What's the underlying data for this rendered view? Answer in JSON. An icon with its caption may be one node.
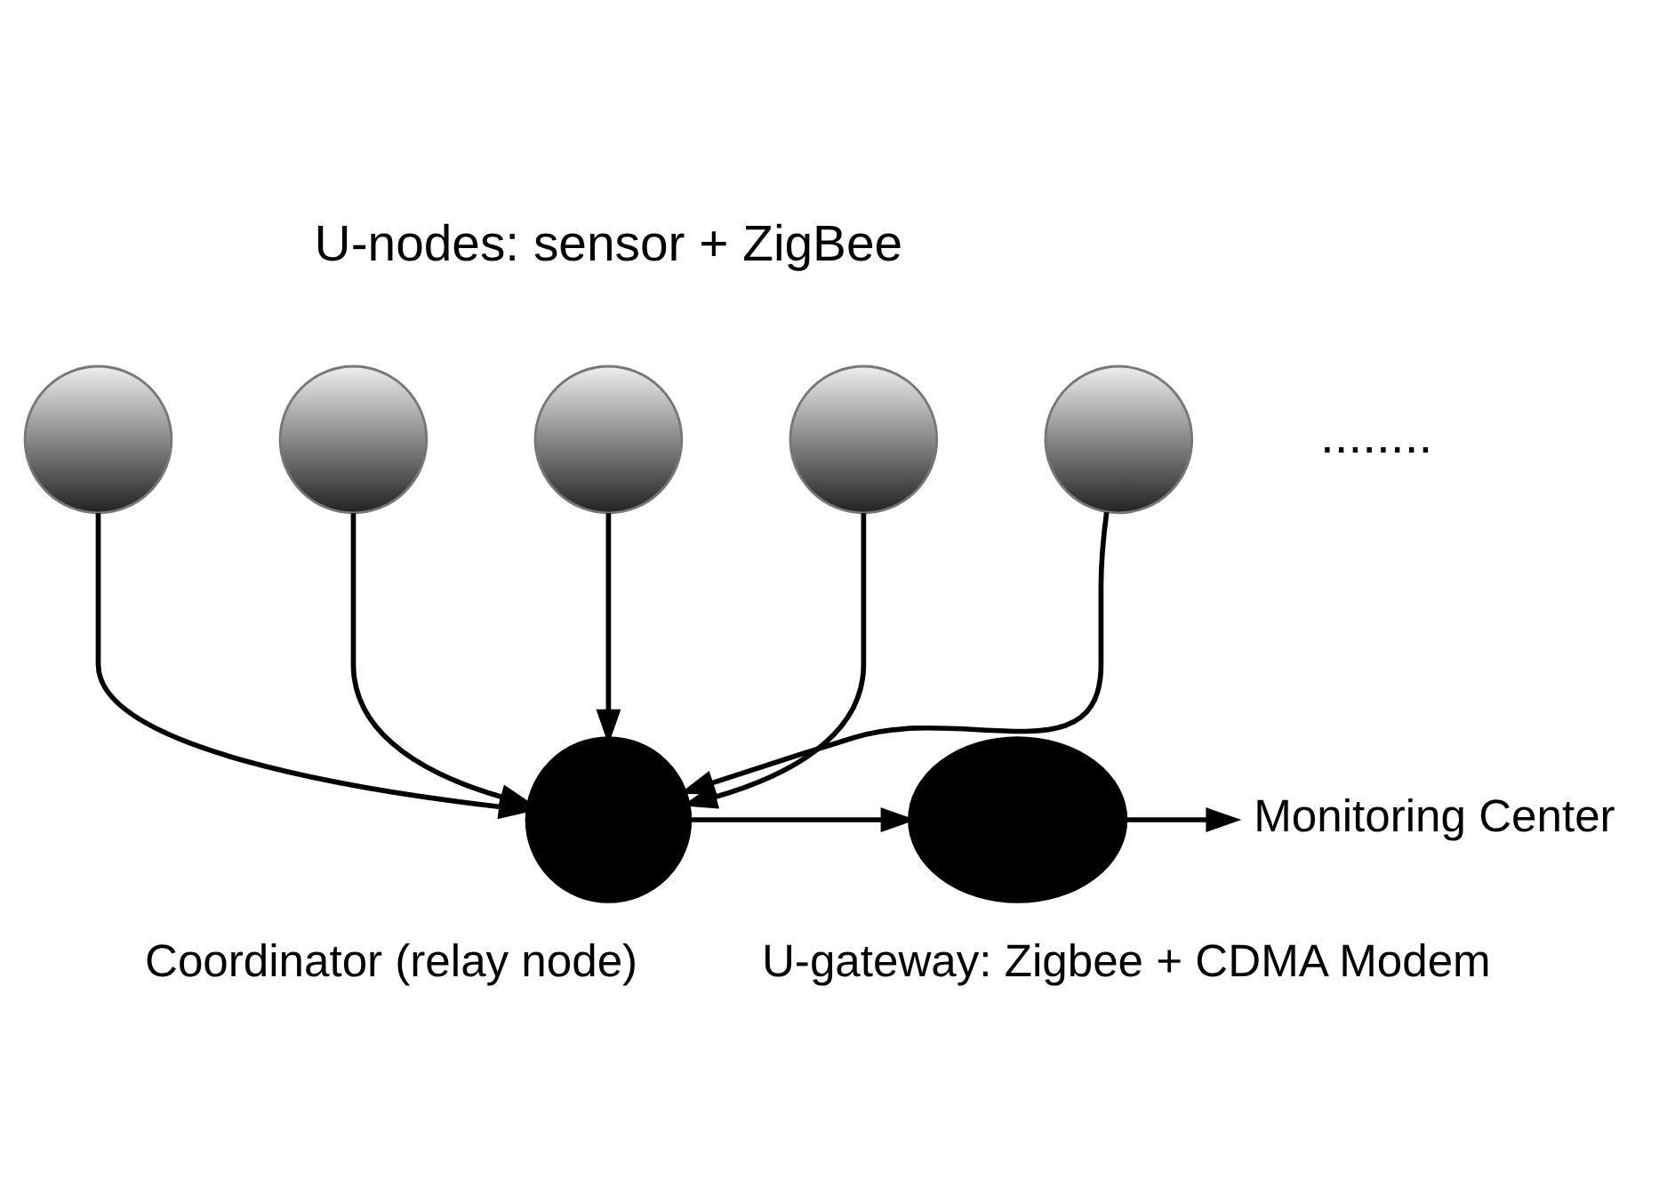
{
  "diagram": {
    "nodes": [
      {
        "text": [],
        "shape": "circle"
      },
      {
        "text": [],
        "shape": "circle"
      },
      {
        "text": [],
        "shape": "circle"
      },
      {
        "text": [],
        "shape": "circle"
      },
      {
        "text": [],
        "shape": "circle"
      },
      {
        "text": [],
        "shape": "circle",
        "beside": [
          "Coordinator (relay node)"
        ]
      },
      {
        "text": [],
        "shape": "ellipse",
        "beside": [
          "U-gateway: Zigbee + CDMA Modem"
        ]
      },
      {
        "text": [
          "Monitoring Center"
        ]
      }
    ],
    "edges": [
      {
        "from": 0,
        "to": 5,
        "arrow": "to"
      },
      {
        "from": 1,
        "to": 5,
        "arrow": "to"
      },
      {
        "from": 2,
        "to": 5,
        "arrow": "to"
      },
      {
        "from": 3,
        "to": 5,
        "arrow": "to"
      },
      {
        "from": 4,
        "to": 5,
        "arrow": "to"
      },
      {
        "from": 5,
        "to": 6,
        "arrow": "to"
      },
      {
        "from": 6,
        "to": 7,
        "arrow": "to"
      }
    ],
    "labels": [
      "U-nodes: sensor + ZigBee",
      "........"
    ]
  }
}
